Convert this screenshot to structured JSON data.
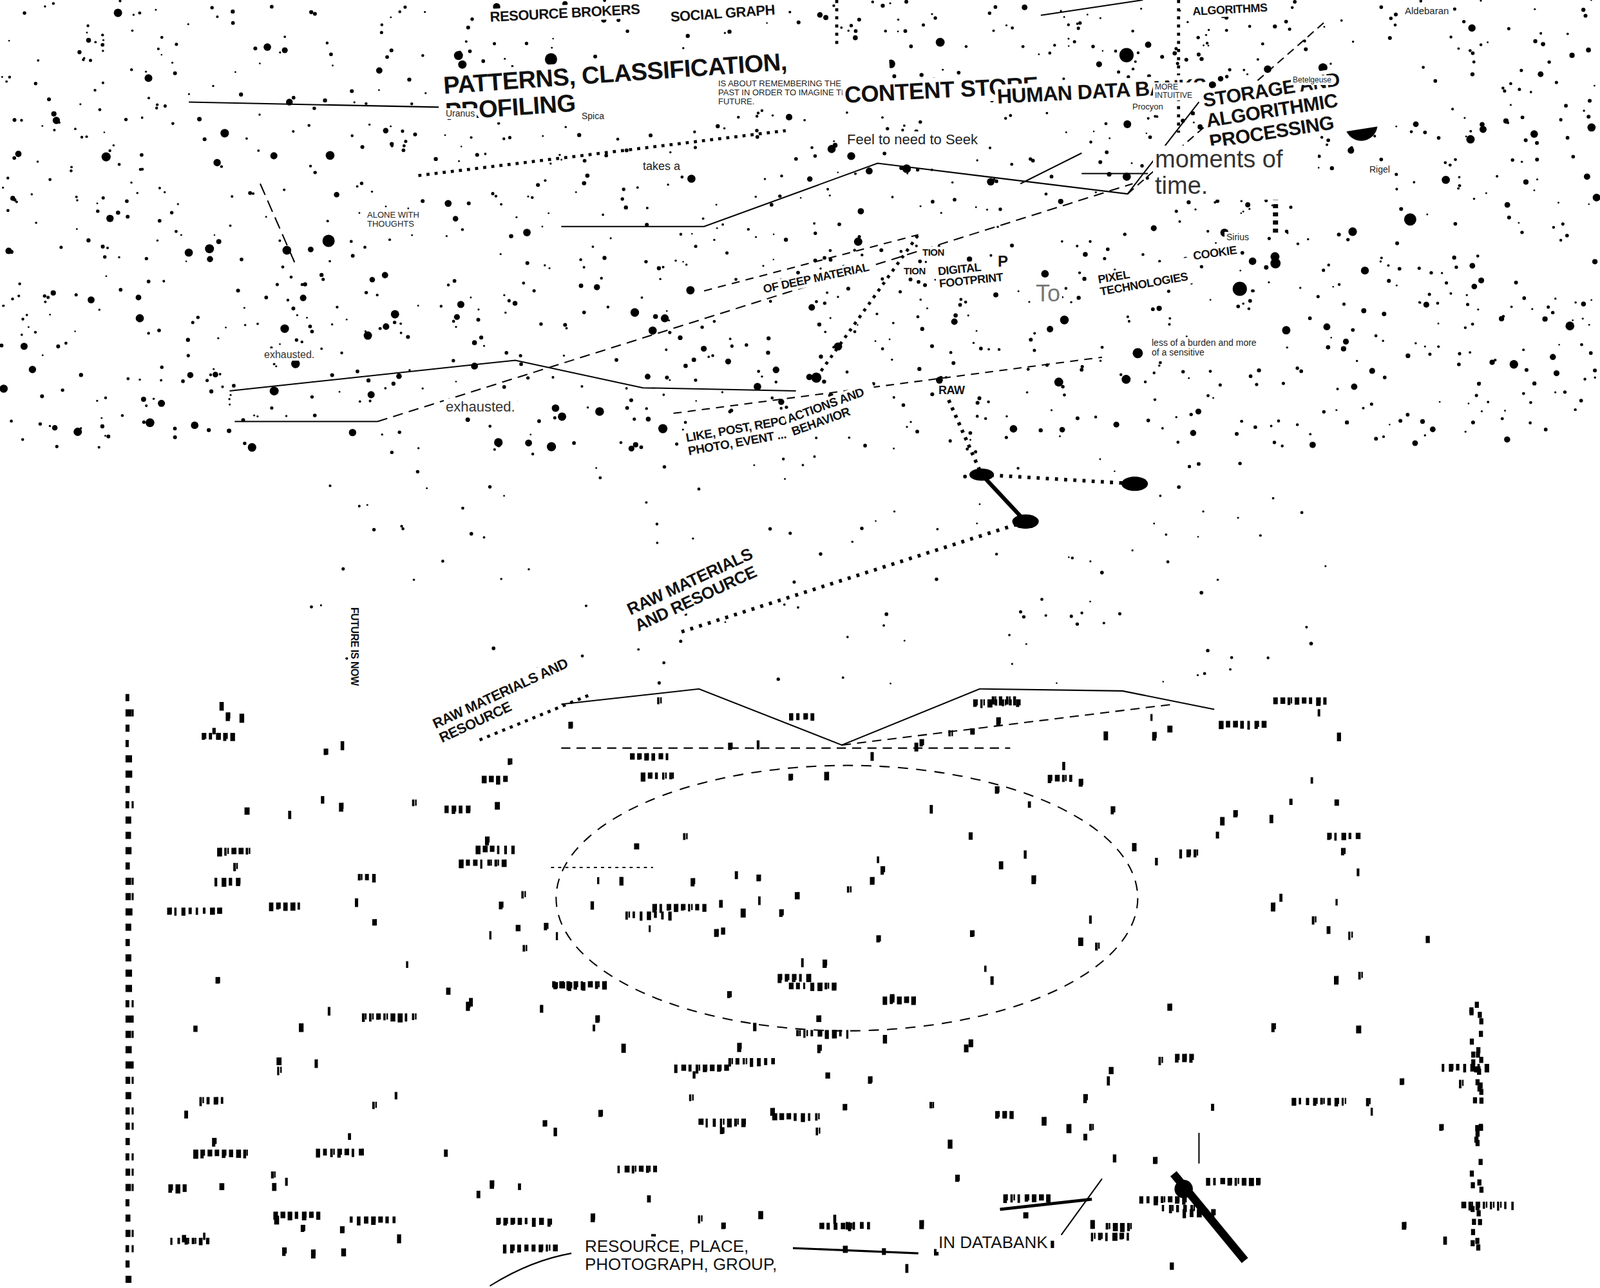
{
  "diagram": {
    "labels": [
      "RESOURCE BROKERS",
      "SOCIAL GRAPH",
      "ALGORITHMS",
      "Aldebaran",
      "PATTERNS, CLASSIFICATION, PROFILING",
      "Uranus",
      "Spica",
      "IS ABOUT REMEMBERING THE PAST IN ORDER TO IMAGINE THE FUTURE.",
      "CONTENT STORE",
      "HUMAN DATA BANKS",
      "MORE INTUITIVE",
      "Procyon",
      "STORAGE AND ALGORITHMIC PROCESSING",
      "Betelgeuse",
      "Feel to need to Seek",
      "moments of time.",
      "Rigel",
      "takes a",
      "ALONE WITH THOUGHTS",
      "Sirius",
      "COOKIE",
      "OF DEEP MATERIAL",
      "TION",
      "TION",
      "DIGITAL FOOTPRINT",
      "P",
      "To",
      "PIXEL TECHNOLOGIES",
      "less of a burden and more of a sensitive",
      "exhausted.",
      "exhausted.",
      "RAW",
      "LIKE, POST, REPOST, PHOTO, EVENT ...",
      "ACTIONS AND BEHAVIOR",
      "RAW MATERIALS AND RESOURCE",
      "FUTURE IS NOW",
      "RAW MATERIALS AND RESOURCE",
      "RESOURCE, PLACE, PHOTOGRAPH, GROUP,",
      "IN DATABANK"
    ]
  }
}
